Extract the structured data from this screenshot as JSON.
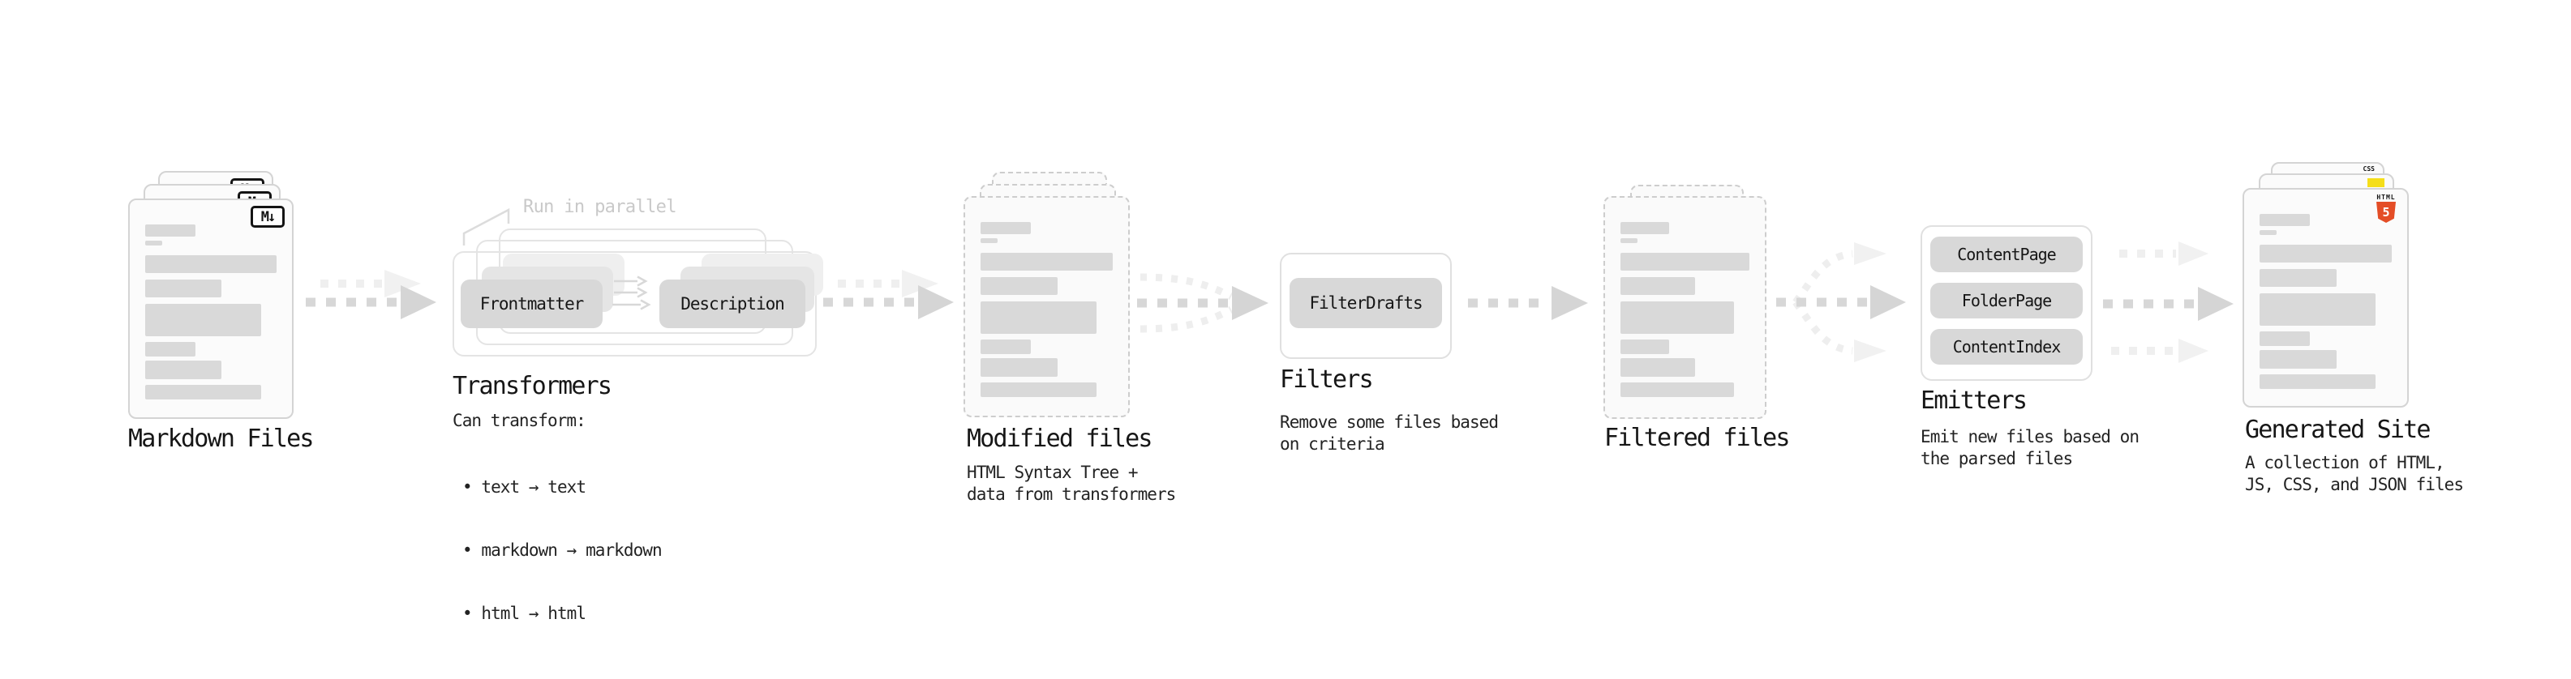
{
  "stages": {
    "markdown_files": {
      "title": "Markdown Files",
      "badge": "M↓"
    },
    "transformers": {
      "title": "Transformers",
      "parallel_note": "Run in parallel",
      "box_input": "Frontmatter",
      "box_output": "Description",
      "caption_heading": "Can transform:",
      "bullets": [
        "• text → text",
        "• markdown → markdown",
        "• html → html"
      ]
    },
    "modified_files": {
      "title": "Modified files",
      "caption": "HTML Syntax Tree +\ndata from transformers"
    },
    "filters": {
      "title": "Filters",
      "box": "FilterDrafts",
      "caption": "Remove some files based\non criteria"
    },
    "filtered_files": {
      "title": "Filtered files"
    },
    "emitters": {
      "title": "Emitters",
      "boxes": [
        "ContentPage",
        "FolderPage",
        "ContentIndex"
      ],
      "caption": "Emit new files based on\nthe parsed files"
    },
    "generated_site": {
      "title": "Generated Site",
      "caption": "A collection of HTML,\nJS, CSS, and JSON files",
      "css_badge_label": "CSS",
      "html_badge_label": "HTML",
      "html_badge_number": "5"
    }
  },
  "icons": {
    "markdown_badge": "markdown-logo",
    "css_badge": "css3-logo",
    "js_badge": "javascript-logo",
    "html5_badge": "html5-shield-logo"
  },
  "colors": {
    "arrow_dark": "#d5d5d5",
    "arrow_light": "#f0f0f0",
    "box_gray": "#d8d8d8",
    "skeleton_bar": "#d9d9d9",
    "html5_orange": "#e44d26",
    "js_yellow": "#f5de19",
    "css_blue": "#2962ea",
    "note_gray": "#c9c9c9"
  }
}
